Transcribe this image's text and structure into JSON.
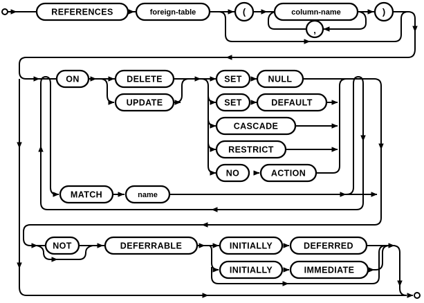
{
  "diagram": {
    "name": "foreign-key-clause syntax diagram",
    "colors": {
      "stroke": "#000000",
      "fill": "#ffffff",
      "background": "#ffffff"
    },
    "keywords": {
      "references": "REFERENCES",
      "on": "ON",
      "delete": "DELETE",
      "update": "UPDATE",
      "set": "SET",
      "null": "NULL",
      "default": "DEFAULT",
      "cascade": "CASCADE",
      "restrict": "RESTRICT",
      "no": "NO",
      "action": "ACTION",
      "match": "MATCH",
      "not": "NOT",
      "deferrable": "DEFERRABLE",
      "initially": "INITIALLY",
      "deferred": "DEFERRED",
      "immediate": "IMMEDIATE"
    },
    "nonterminals": {
      "foreign_table": "foreign-table",
      "column_name": "column-name",
      "name": "name"
    },
    "punctuation": {
      "open_paren": "(",
      "close_paren": ")",
      "comma": ","
    }
  }
}
